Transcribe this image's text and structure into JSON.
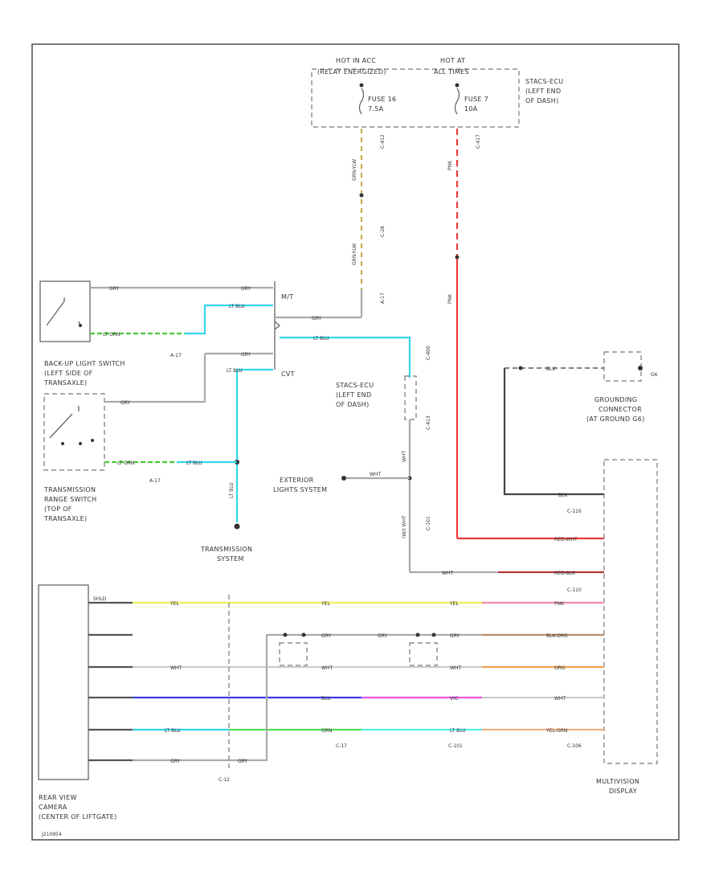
{
  "labels": {
    "hot_relay": [
      "HOT IN ACC",
      "(RELAY ENERGIZED)"
    ],
    "hot_at": [
      "HOT AT",
      "ALL TIMES"
    ],
    "fuse16": [
      "FUSE 16",
      "7.5A"
    ],
    "fuse7": [
      "FUSE 7",
      "10A"
    ],
    "stacs_top": [
      "STACS-ECU",
      "(LEFT END",
      "OF DASH)"
    ],
    "stacs_mid": [
      "STACS-ECU",
      "(LEFT END",
      "OF DASH)"
    ],
    "backup_switch": [
      "BACK-UP LIGHT SWITCH",
      "(LEFT SIDE OF",
      "TRANSAXLE)"
    ],
    "range_switch": [
      "TRANSMISSION",
      "RANGE SWITCH",
      "(TOP OF",
      "TRANSAXLE)"
    ],
    "transmission_system": [
      "TRANSMISSION",
      "SYSTEM"
    ],
    "exterior_lights": [
      "EXTERIOR",
      "LIGHTS SYSTEM"
    ],
    "grounding": [
      "GROUNDING",
      "CONNECTOR",
      "(AT GROUND G6)"
    ],
    "multivision": [
      "MULTIVISION",
      "DISPLAY"
    ],
    "camera": [
      "REAR VIEW",
      "CAMERA",
      "(CENTER OF LIFTGATE)"
    ],
    "ground_id": "G6",
    "mt": "M/T",
    "cvt": "CVT",
    "footer_code": "J210954"
  },
  "connectors": {
    "c_412": "C-412",
    "c_417": "C-417",
    "c_28": "C-28",
    "a_17": "A-17",
    "a_17b": "A-17",
    "a_17c": "A-17",
    "c_400": "C-400",
    "c_413": "C-413",
    "c_101": "C-101",
    "c_116": "C-116",
    "c_110": "C-110",
    "c_106": "C-106",
    "c_12": "C-12",
    "c_17": "C-17",
    "c_101b": "C-101"
  },
  "wires": {
    "grn_ylw": "GRN-YLW",
    "pnk": "PNK",
    "grn_ylw2": "GRN-YLW",
    "pnk2": "PNK",
    "gry": "GRY",
    "gry2": "GRY",
    "gry3": "GRY",
    "gry4": "GRY",
    "gry5": "GRY",
    "lt_grn": "LT GRN",
    "lt_grn2": "LT GRN",
    "lt_blu": "LT BLU",
    "lt_blu2": "LT BLU",
    "lt_blu3": "LT BLU",
    "lt_blu4": "LT BLU",
    "lt_blu5": "LT BLU",
    "wht": "WHT",
    "wht2": "WHT",
    "wht3": "WHT",
    "blk": "BLK",
    "blk2": "BLK",
    "red_wht": "RED-WHT",
    "red_blk": "RED-BLK",
    "pnk3": "PNK",
    "blk_org": "BLK-ORG",
    "org": "ORG",
    "wht4": "WHT",
    "yel_grn": "YEL-GRN",
    "yel": "YEL",
    "yel2": "YEL",
    "yel3": "YEL",
    "gry_c1": "GRY",
    "gry_c2": "GRY",
    "gry_c3": "GRY",
    "wht_c1": "WHT",
    "wht_c2": "WHT",
    "wht_c3": "WHT",
    "blu": "BLU",
    "vio": "VIO",
    "lt_blu_c": "LT BLU",
    "grn_c": "GRN",
    "lt_blu_c2": "LT BLU",
    "gry_b1": "GRY",
    "gry_b2": "GRY",
    "wht_ext": "WHT",
    "wht_v": "WHT",
    "yel_wht": "(W/) WHT",
    "shield": "SHLD"
  },
  "colors": {
    "gray": "#aaaaaa",
    "lt_blue": "#33d6ee",
    "lt_green": "#44cc33",
    "red": "#ee3b3b",
    "dark_red": "#b03535",
    "pink": "#f28ab0",
    "yellow": "#eeee55",
    "brown": "#b58c66",
    "orange": "#f5a050",
    "blue": "#3a3aee",
    "violet": "#ee55ee",
    "green": "#55dd55",
    "cyan": "#55eeee",
    "peach": "#f5b080",
    "yel_grn_dash": "#c8b050"
  }
}
